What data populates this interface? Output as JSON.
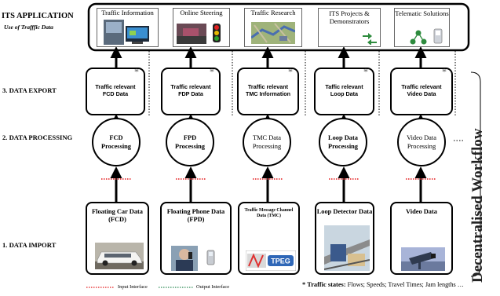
{
  "header": {
    "title": "ITS APPLICATION",
    "subtitle": "Use of Trafffic Data"
  },
  "applications": [
    {
      "label": "Traffic Information",
      "image": "traffic-information-picture"
    },
    {
      "label": "Online Steering",
      "image": "online-steering-picture"
    },
    {
      "label": "Traffic Research",
      "image": "traffic-research-picture"
    },
    {
      "label": "ITS Projects & Demonstrators",
      "image": "its-projects-picture"
    },
    {
      "label": "Telematic Solutions",
      "image": "telematic-solutions-picture"
    }
  ],
  "rows": {
    "export": "3. DATA EXPORT",
    "processing": "2. DATA PROCESSING",
    "import": "1. DATA IMPORT"
  },
  "exports": [
    {
      "line1": "Traffic relevant",
      "line2": "FCD Data",
      "marker": "*"
    },
    {
      "line1": "Traffic relevant",
      "line2": "FDP Data",
      "marker": "*"
    },
    {
      "line1": "Traffic relevant",
      "line2": "TMC Information",
      "marker": "*"
    },
    {
      "line1": "Taffic relevant",
      "line2": "Loop Data",
      "marker": "*"
    },
    {
      "line1": "Traffic relevant",
      "line2": "Video Data",
      "marker": "*"
    }
  ],
  "processing": [
    {
      "line1": "FCD",
      "line2": "Processing",
      "bold": true
    },
    {
      "line1": "FPD",
      "line2": "Processing",
      "bold": true
    },
    {
      "line1": "TMC Data",
      "line2": "Processing",
      "bold": false
    },
    {
      "line1": "Loop Data",
      "line2": "Processing",
      "bold": true
    },
    {
      "line1": "Video Data",
      "line2": "Processing",
      "bold": false
    }
  ],
  "imports": [
    {
      "title": "Floating Car Data (FCD)",
      "image": "limousine-picture"
    },
    {
      "title": "Floating Phone Data (FPD)",
      "image": "phone-user-picture"
    },
    {
      "title": "Traffic Message Channel Data (TMC)",
      "image": "tmc-tpeg-logo-picture",
      "logo_text": "TPEG"
    },
    {
      "title": "Loop Detector Data",
      "image": "loop-detector-picture"
    },
    {
      "title": "Video Data",
      "image": "video-camera-picture"
    }
  ],
  "side_label": "Decentralised Workflow",
  "legend": {
    "input": "Input Interface",
    "output": "Output Interface"
  },
  "footnote": {
    "marker": "*",
    "label": "Traffic states:",
    "text": " Flows; Speeds; Travel Times; Jam lengths …"
  },
  "colors": {
    "input_interface": "#e41a1c",
    "output_interface": "#2e8b57",
    "box_border": "#000000"
  }
}
